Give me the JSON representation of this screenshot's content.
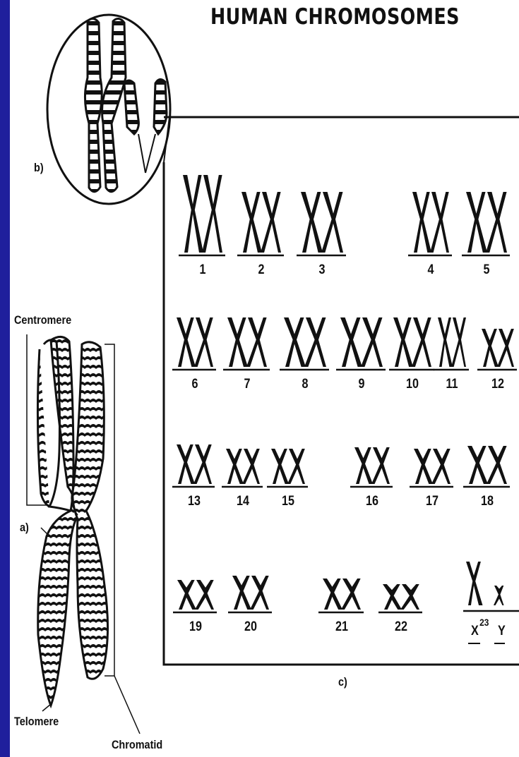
{
  "title": "HUMAN CHROMOSOMES",
  "labels": {
    "a": "a)",
    "b": "b)",
    "c": "c)",
    "centromere": "Centromere",
    "telomere": "Telomere",
    "chromatid": "Chromatid"
  },
  "karyotype": {
    "pairs": [
      "1",
      "2",
      "3",
      "4",
      "5",
      "6",
      "7",
      "8",
      "9",
      "10",
      "11",
      "12",
      "13",
      "14",
      "15",
      "16",
      "17",
      "18",
      "19",
      "20",
      "21",
      "22"
    ],
    "sex": {
      "x": "X",
      "number": "23",
      "y": "Y"
    }
  }
}
